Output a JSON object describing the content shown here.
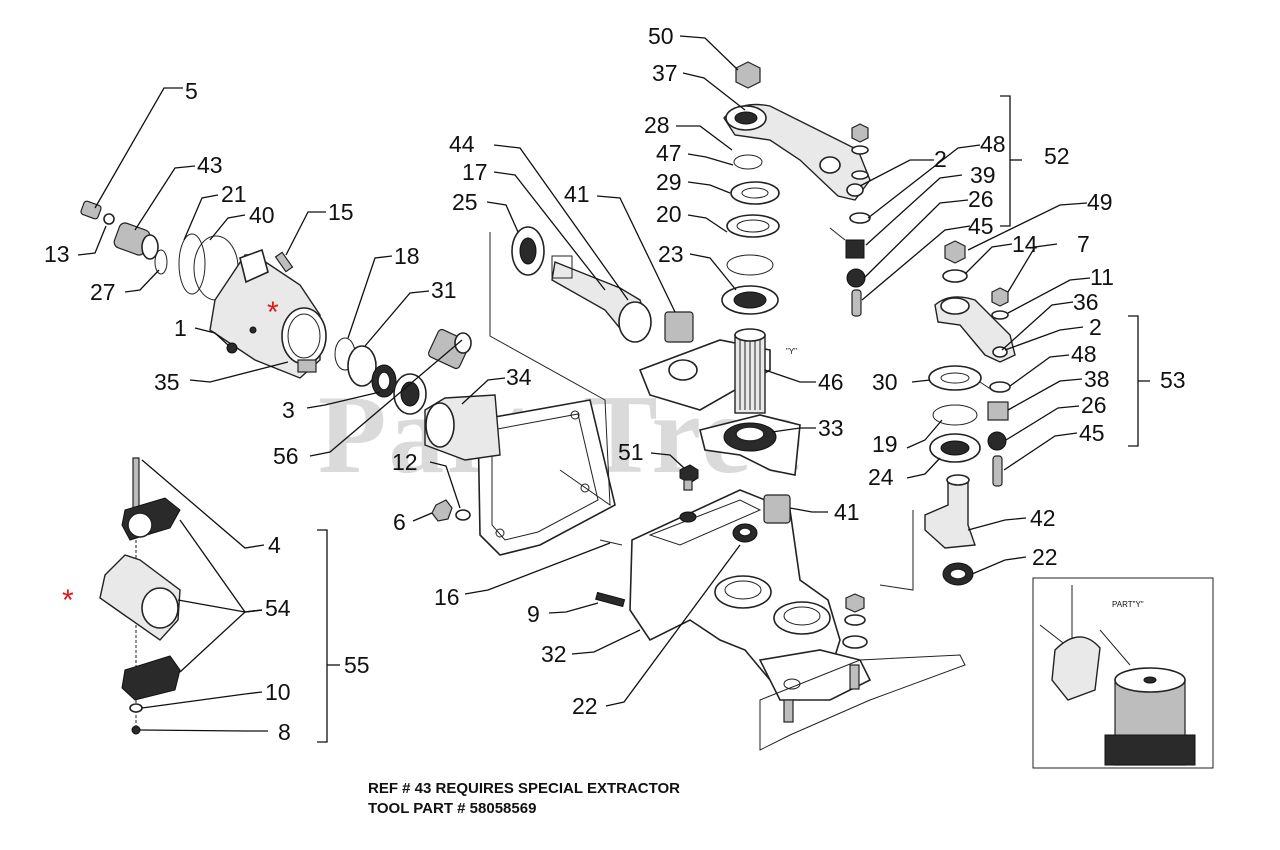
{
  "watermark": "PartsTree",
  "note": {
    "line1": "REF # 43  REQUIRES SPECIAL  EXTRACTOR",
    "line2": "TOOL PART # 58058569"
  },
  "inset": {
    "label": "PART\"Y\""
  },
  "detail_label": "\"Y\"",
  "asterisk": "*",
  "callouts": {
    "c50": "50",
    "c37": "37",
    "c28": "28",
    "c47": "47",
    "c29": "29",
    "c20": "20",
    "c23": "23",
    "c2a": "2",
    "c48a": "48",
    "c39": "39",
    "c26a": "26",
    "c45a": "45",
    "c52": "52",
    "c49": "49",
    "c14": "14",
    "c7": "7",
    "c11": "11",
    "c36": "36",
    "c2b": "2",
    "c48b": "48",
    "c38": "38",
    "c26b": "26",
    "c45b": "45",
    "c53": "53",
    "c30": "30",
    "c19": "19",
    "c24": "24",
    "c42": "42",
    "c22a": "22",
    "c44": "44",
    "c17": "17",
    "c25": "25",
    "c41a": "41",
    "c46": "46",
    "c33": "33",
    "c51": "51",
    "c41b": "41",
    "c34": "34",
    "c12": "12",
    "c6": "6",
    "c16": "16",
    "c9": "9",
    "c32": "32",
    "c22b": "22",
    "c5": "5",
    "c43": "43",
    "c21": "21",
    "c40": "40",
    "c15": "15",
    "c13": "13",
    "c27": "27",
    "c18": "18",
    "c31": "31",
    "c1": "1",
    "c35": "35",
    "c3": "3",
    "c56": "56",
    "c4": "4",
    "c54": "54",
    "c55": "55",
    "c10": "10",
    "c8": "8"
  }
}
